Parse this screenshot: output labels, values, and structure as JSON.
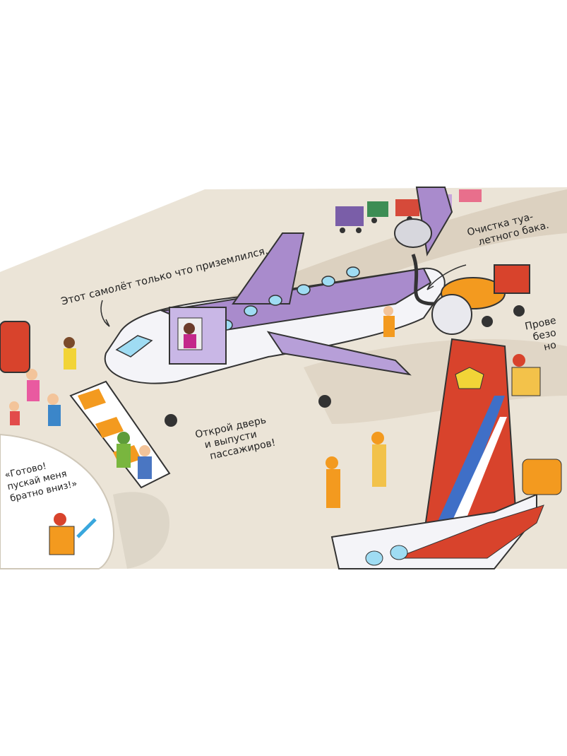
{
  "labels": {
    "just_landed": "Этот самолёт только что приземлился.",
    "toilet_line1": "Очистка туа-",
    "toilet_line2": "летного бака.",
    "check_line1": "Прове",
    "check_line2": "безо",
    "check_line3": "но",
    "open_door_line1": "Открой дверь",
    "open_door_line2": "и выпусти",
    "open_door_line3": "пассажиров!",
    "ready_line1": "«Готово!",
    "ready_line2": "пускай меня",
    "ready_line3": "братно вниз!»"
  },
  "colors": {
    "board": "#ebe4d7",
    "runway": "#d8ccba",
    "purple_plane": "#a98bcc",
    "tail_red": "#d8432c",
    "tail_blue": "#3f6fc7",
    "fuel_truck": "#f39a1f"
  }
}
